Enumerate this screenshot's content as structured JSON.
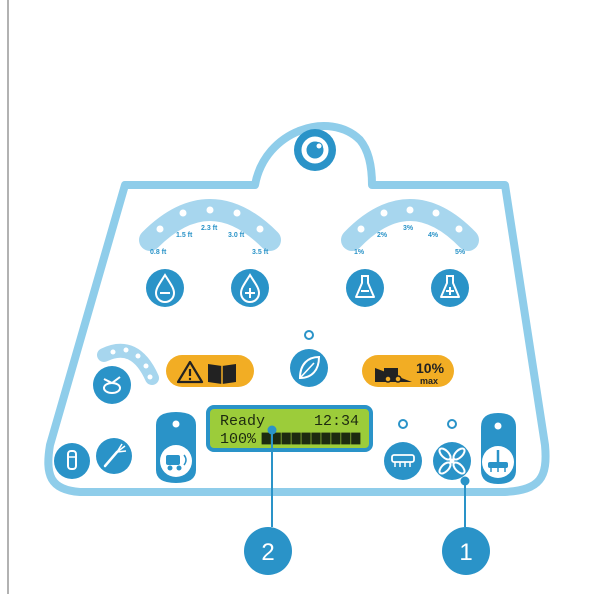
{
  "water_scale": {
    "labels": [
      "0.8 ft",
      "1.5 ft",
      "2.3 ft",
      "3.0 ft",
      "3.5 ft"
    ]
  },
  "detergent_scale": {
    "labels": [
      "1%",
      "2%",
      "3%",
      "4%",
      "5%"
    ]
  },
  "lcd": {
    "status": "Ready",
    "time": "12:34",
    "battery": "100%",
    "battery_level": 1.0,
    "battery_segments": 10
  },
  "slope_badge": {
    "percent": "10%",
    "word": "max"
  },
  "callouts": {
    "one": "1",
    "two": "2"
  },
  "colors": {
    "panel_outline": "#8fcdea",
    "button": "#2a93c8",
    "led": "#dfeff8",
    "warning": "#f2ad24",
    "lcd_bg": "#9ccc3a",
    "callout": "#2a93c8"
  },
  "icons": {
    "logo": "eye-logo-icon",
    "water_decrease": "water-drop-minus-icon",
    "water_increase": "water-drop-plus-icon",
    "detergent_decrease": "flask-minus-icon",
    "detergent_increase": "flask-plus-icon",
    "warning": "warning-manual-icon",
    "eco": "leaf-icon",
    "slope": "slope-warning-icon"
  }
}
